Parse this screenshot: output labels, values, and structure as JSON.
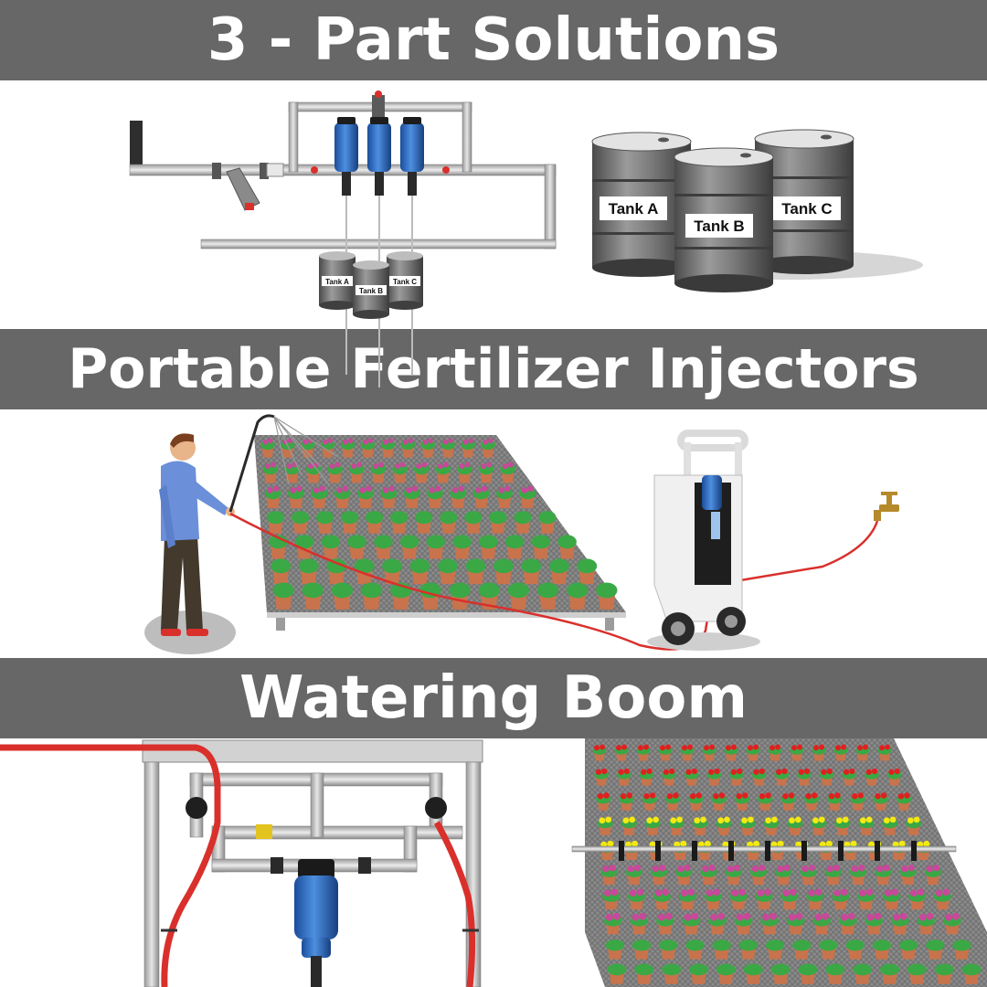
{
  "sections": {
    "three_part": {
      "title": "3 - Part Solutions"
    },
    "portable": {
      "title": "Portable Fertilizer Injectors"
    },
    "boom": {
      "title": "Watering Boom"
    }
  },
  "tanks": {
    "large": [
      "Tank A",
      "Tank B",
      "Tank C"
    ],
    "small": [
      "Tank A",
      "Tank B",
      "Tank C"
    ]
  },
  "colors": {
    "banner": "#676767",
    "pipe": "#c9c9c9",
    "hose": "#d9302c",
    "injector": "#2a6fc9",
    "tank": "#6e6e6e",
    "pot": "#c8734b",
    "flower_pink": "#c8489a",
    "flower_red": "#e02020",
    "flower_yellow": "#f3e812",
    "foliage": "#3aa845"
  }
}
